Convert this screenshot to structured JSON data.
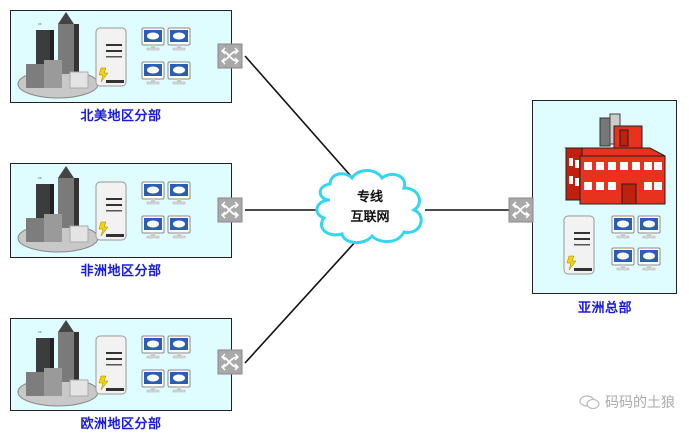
{
  "branches": [
    {
      "label": "北美地区分部"
    },
    {
      "label": "非洲地区分部"
    },
    {
      "label": "欧洲地区分部"
    }
  ],
  "headquarters": {
    "label": "亚洲总部"
  },
  "network": {
    "line1": "专线",
    "line2": "互联网"
  },
  "watermark": {
    "text": "码码的土狼",
    "icon": "wechat-icon"
  },
  "colors": {
    "box_fill": "#dffcfe",
    "label_blue": "#1a1adc",
    "cloud_stroke": "#33d6f0",
    "switch_fill": "#a9a9a9",
    "hq_building": "#e8321e",
    "monitor_blue": "#2a5eb4"
  }
}
